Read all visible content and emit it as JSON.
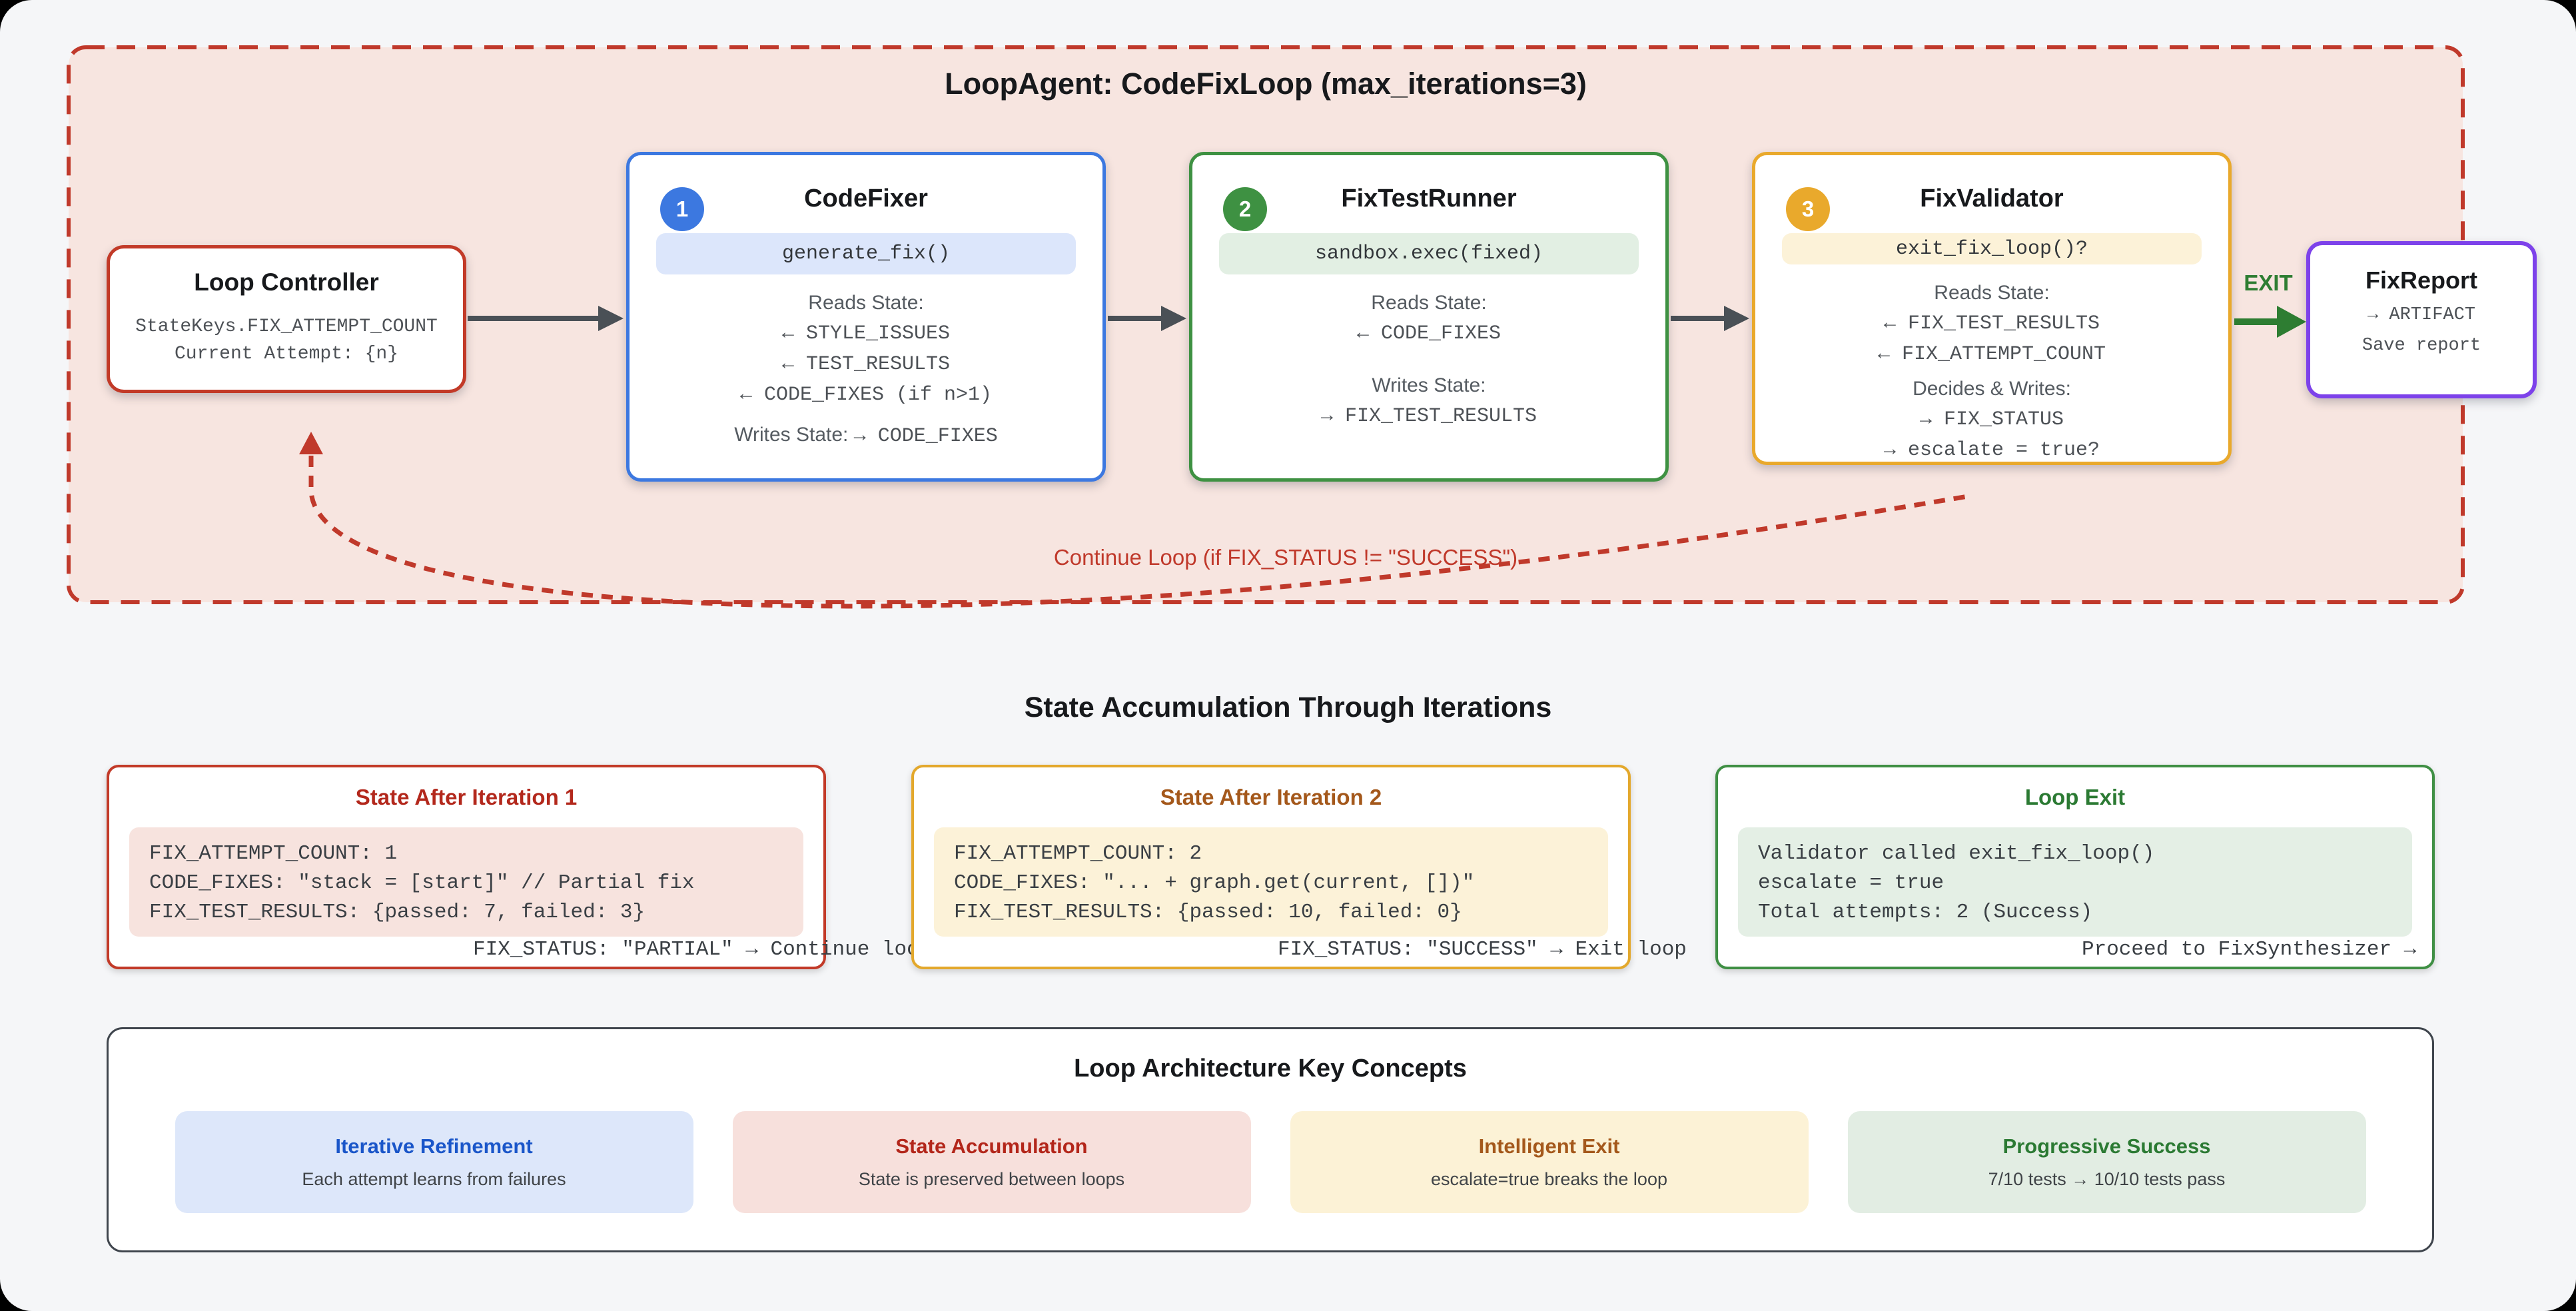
{
  "loop": {
    "title": "LoopAgent: CodeFixLoop (max_iterations=3)",
    "continue_label": "Continue Loop (if FIX_STATUS != \"SUCCESS\")",
    "exit_label": "EXIT",
    "controller": {
      "title": "Loop Controller",
      "line1": "StateKeys.FIX_ATTEMPT_COUNT",
      "line2": "Current Attempt: {n}"
    },
    "nodes": [
      {
        "badge": "1",
        "title": "CodeFixer",
        "pill": "generate_fix()",
        "reads_label": "Reads State:",
        "reads": [
          "← STYLE_ISSUES",
          "← TEST_RESULTS",
          "← CODE_FIXES (if n>1)"
        ],
        "writes_label": "Writes State:",
        "writes_inline": "→ CODE_FIXES"
      },
      {
        "badge": "2",
        "title": "FixTestRunner",
        "pill": "sandbox.exec(fixed)",
        "reads_label": "Reads State:",
        "reads": [
          "← CODE_FIXES"
        ],
        "writes_label": "Writes State:",
        "writes": [
          "→ FIX_TEST_RESULTS"
        ]
      },
      {
        "badge": "3",
        "title": "FixValidator",
        "pill": "exit_fix_loop()?",
        "reads_label": "Reads State:",
        "reads": [
          "← FIX_TEST_RESULTS",
          "← FIX_ATTEMPT_COUNT"
        ],
        "writes_label": "Decides & Writes:",
        "writes": [
          "→ FIX_STATUS",
          "→ escalate = true?"
        ]
      }
    ],
    "report": {
      "title": "FixReport",
      "line1": "→ ARTIFACT",
      "line2": "Save report"
    }
  },
  "state_section": {
    "title": "State Accumulation Through Iterations",
    "boxes": [
      {
        "title": "State After Iteration 1",
        "code": [
          "FIX_ATTEMPT_COUNT: 1",
          "CODE_FIXES: \"stack = [start]\" // Partial fix",
          "FIX_TEST_RESULTS: {passed: 7, failed: 3}"
        ],
        "overflow": "FIX_STATUS: \"PARTIAL\" → Continue loop"
      },
      {
        "title": "State After Iteration 2",
        "code": [
          "FIX_ATTEMPT_COUNT: 2",
          "CODE_FIXES: \"... + graph.get(current, [])\"",
          "FIX_TEST_RESULTS: {passed: 10, failed: 0}"
        ],
        "overflow": "FIX_STATUS: \"SUCCESS\" → Exit loop"
      },
      {
        "title": "Loop Exit",
        "code": [
          "Validator called exit_fix_loop()",
          "escalate = true",
          "Total attempts: 2 (Success)"
        ],
        "overflow": "Proceed to FixSynthesizer →"
      }
    ]
  },
  "concepts": {
    "title": "Loop Architecture Key Concepts",
    "cards": [
      {
        "title": "Iterative Refinement",
        "desc": "Each attempt learns from failures"
      },
      {
        "title": "State Accumulation",
        "desc": "State is preserved between loops"
      },
      {
        "title": "Intelligent Exit",
        "desc": "escalate=true breaks the loop"
      },
      {
        "title": "Progressive Success",
        "desc": "7/10 tests → 10/10 tests pass"
      }
    ]
  },
  "colors": {
    "loop_red": "#c0392b",
    "loop_bg": "#f7e5e0",
    "node_blue": "#3c78e0",
    "node_green": "#3e9142",
    "node_amber": "#e9a92c",
    "report_purple": "#7d42ea",
    "exit_green": "#2e7d32",
    "arrow_gray": "#4a5056",
    "page_bg": "#f5f6f8"
  }
}
